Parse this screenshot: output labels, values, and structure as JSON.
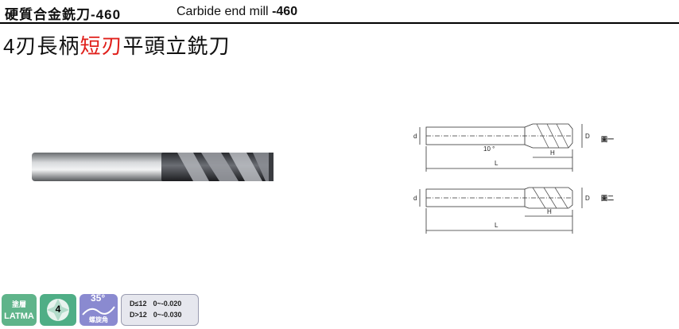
{
  "header": {
    "title_cn": "硬質合金銑刀",
    "title_model": "-460",
    "title_en": "Carbide end mill ",
    "title_en_model": "-460"
  },
  "product": {
    "title_pre": "4刃長柄",
    "title_red": "短刃",
    "title_post": "平頭立銑刀"
  },
  "drawing": {
    "fig1_label": "圖一",
    "fig2_label": "圖二",
    "label_d": "d",
    "label_D": "D",
    "label_H": "H",
    "label_L": "L",
    "angle": "10 °"
  },
  "badges": {
    "coating_label": "塗層",
    "coating_value": "LATMA",
    "flutes": "4",
    "helix_angle": "35°",
    "helix_label": "螺旋角",
    "tol_row1_cond": "D≤12",
    "tol_row1_range": "0~-0.020",
    "tol_row2_cond": "D>12",
    "tol_row2_range": "0~-0.030"
  },
  "colors": {
    "accent_red": "#e0201b",
    "coating_green": "#5fb48a",
    "helix_purple": "#8a8ad0"
  }
}
